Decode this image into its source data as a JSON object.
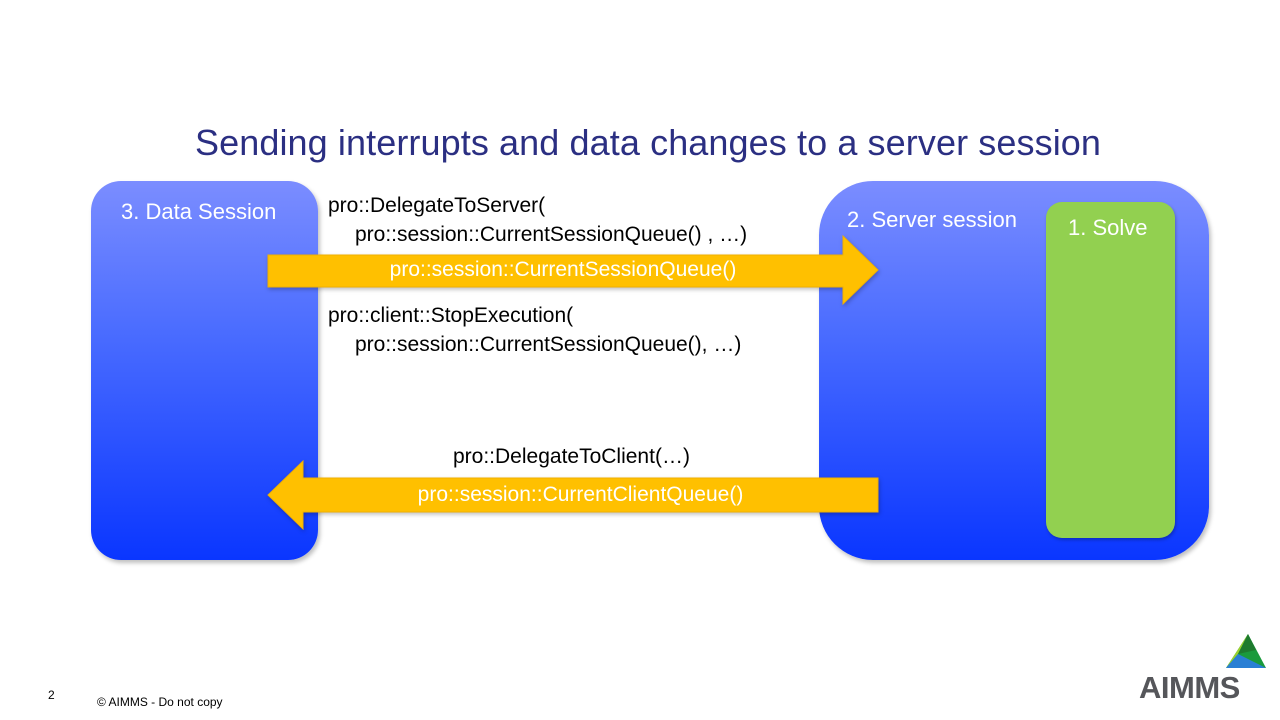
{
  "title": "Sending interrupts and data changes to a server session",
  "boxes": {
    "data_session": "3. Data Session",
    "server_session": "2. Server session",
    "solve": "1. Solve"
  },
  "calls": {
    "delegate_to_server_line1": "pro::DelegateToServer(",
    "delegate_to_server_line2": "pro::session::CurrentSessionQueue() , …)",
    "stop_execution_line1": "pro::client::StopExecution(",
    "stop_execution_line2": "pro::session::CurrentSessionQueue(), …)",
    "delegate_to_client": "pro::DelegateToClient(…)"
  },
  "arrows": {
    "to_server_label": "pro::session::CurrentSessionQueue()",
    "to_client_label": "pro::session::CurrentClientQueue()"
  },
  "colors": {
    "title": "#2b2f82",
    "session_box": "#0a36ff",
    "solve_box": "#92d050",
    "arrow": "#ffc000"
  },
  "footer": {
    "page_number": "2",
    "copyright": "© AIMMS - Do not copy"
  },
  "logo": {
    "text": "AIMMS"
  }
}
